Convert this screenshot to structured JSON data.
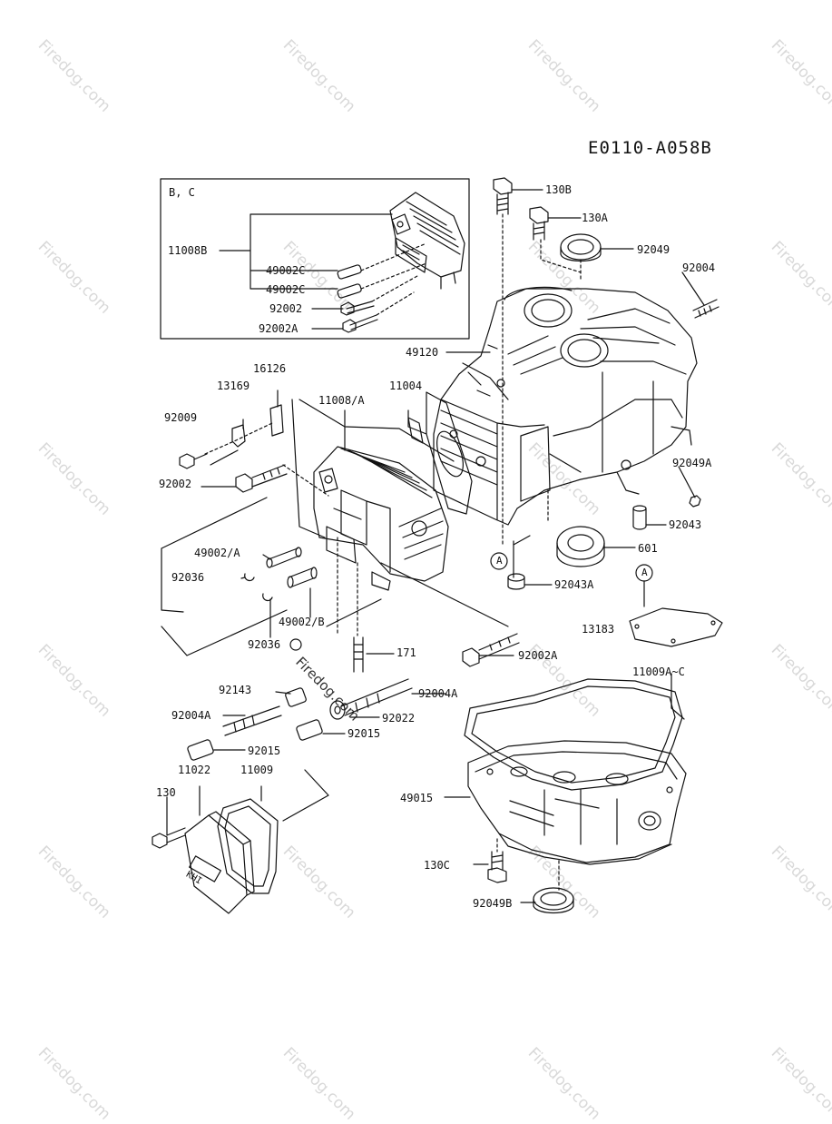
{
  "diagram_code": "E0110-A058B",
  "watermark": "Firedog.com",
  "inset_title": "B, C",
  "callouts": {
    "p130B": "130B",
    "p130A": "130A",
    "p92049": "92049",
    "p92004": "92004",
    "p11008B": "11008B",
    "p49002C_1": "49002C",
    "p49002C_2": "49002C",
    "p92002_inset": "92002",
    "p92002A_inset": "92002A",
    "p49120": "49120",
    "p16126": "16126",
    "p13169": "13169",
    "p11008A": "11008/A",
    "p11004": "11004",
    "p92009": "92009",
    "p92002": "92002",
    "p92049A": "92049A",
    "p92043": "92043",
    "p601": "601",
    "p49002A": "49002/A",
    "p92036_1": "92036",
    "p92043A": "92043A",
    "p13183": "13183",
    "p49002B": "49002/B",
    "p92036_2": "92036",
    "p171": "171",
    "p92002A": "92002A",
    "p11009A": "11009A~C",
    "p92143": "92143",
    "p92004A_1": "92004A",
    "p92004A_2": "92004A",
    "p92022": "92022",
    "p92015_1": "92015",
    "p92015_2": "92015",
    "p11022": "11022",
    "p11009": "11009",
    "p130": "130",
    "p49015": "49015",
    "p130C": "130C",
    "p92049B": "92049B"
  },
  "reference_marks": [
    "A",
    "A"
  ],
  "cover_badge": "KHI"
}
